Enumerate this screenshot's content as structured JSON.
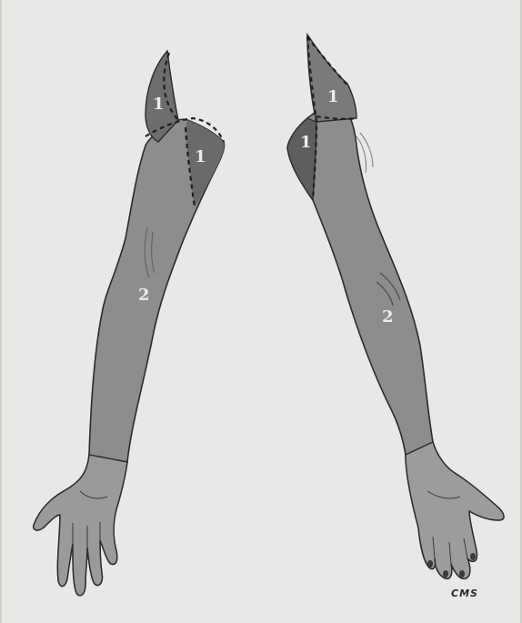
{
  "figure": {
    "colors": {
      "background": "#e8e8e6",
      "zone_1_shade": "#6e6e6e",
      "zone_2_shade": "#8c8c8c",
      "outline": "#2b2b2b",
      "boundary_dash": "#1f1f1f"
    },
    "left_arm": {
      "label_upper_outer": "1",
      "label_upper_inner": "1",
      "label_main": "2"
    },
    "right_arm": {
      "label_upper_outer": "1",
      "label_upper_inner": "1",
      "label_main": "2"
    },
    "signature": "CMS"
  }
}
